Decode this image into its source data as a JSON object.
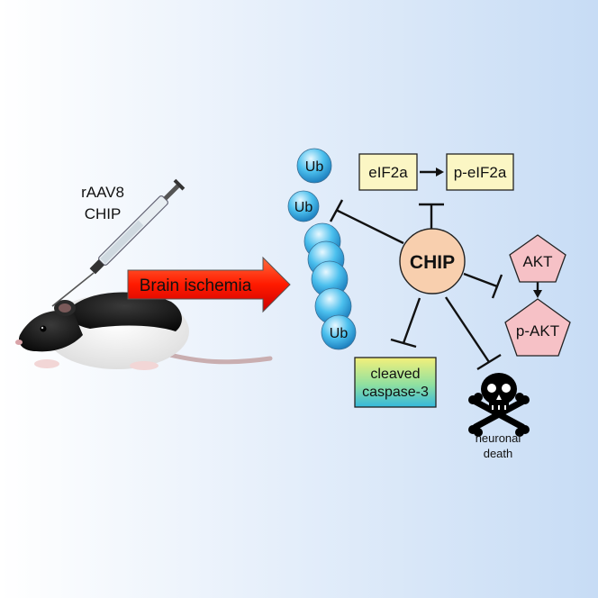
{
  "syringe": {
    "line1": "rAAV8",
    "line2": "CHIP"
  },
  "arrow": {
    "label": "Brain ischemia"
  },
  "ubiquitin": {
    "label_top1": "Ub",
    "label_top2": "Ub",
    "label_bottom": "Ub"
  },
  "center": {
    "label": "CHIP"
  },
  "eif": {
    "a": "eIF2a",
    "b": "p-eIF2a"
  },
  "akt": {
    "a": "AKT",
    "b": "p-AKT"
  },
  "caspase": {
    "line1": "cleaved",
    "line2": "caspase-3"
  },
  "death": {
    "line1": "neuronal",
    "line2": "death"
  }
}
